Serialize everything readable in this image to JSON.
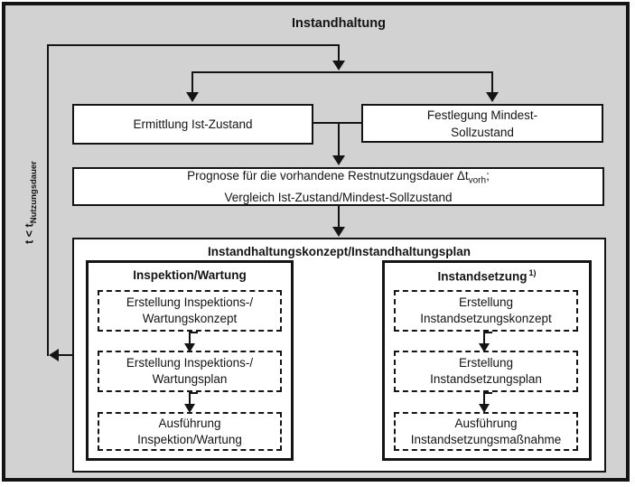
{
  "colors": {
    "background": "#d2d2d2",
    "node_fill": "#ffffff",
    "line": "#141414"
  },
  "title": "Instandhaltung",
  "side_label": {
    "text": "t < t",
    "subscript": "Nutzungsdauer"
  },
  "nodes": {
    "ist": {
      "label": "Ermittlung Ist-Zustand"
    },
    "soll": {
      "line1": "Festlegung Mindest-",
      "line2": "Sollzustand"
    },
    "prognose": {
      "line1_before": "Prognose für die vorhandene Restnutzungsdauer Δt",
      "line1_sub": "vorh",
      "line1_after": ";",
      "line2": "Vergleich Ist-Zustand/Mindest-Sollzustand"
    }
  },
  "plan": {
    "title": "Instandhaltungskonzept/Instandhaltungsplan",
    "left": {
      "header": "Inspektion/Wartung",
      "steps": [
        {
          "line1": "Erstellung Inspektions-/",
          "line2": "Wartungskonzept"
        },
        {
          "line1": "Erstellung Inspektions-/",
          "line2": "Wartungsplan"
        },
        {
          "line1": "Ausführung",
          "line2": "Inspektion/Wartung"
        }
      ]
    },
    "right": {
      "header": "Instandsetzung",
      "header_sup": "1)",
      "steps": [
        {
          "line1": "Erstellung",
          "line2": "Instandsetzungskonzept"
        },
        {
          "line1": "Erstellung",
          "line2": "Instandsetzungsplan"
        },
        {
          "line1": "Ausführung",
          "line2": "Instandsetzungsmaßnahme"
        }
      ]
    }
  }
}
